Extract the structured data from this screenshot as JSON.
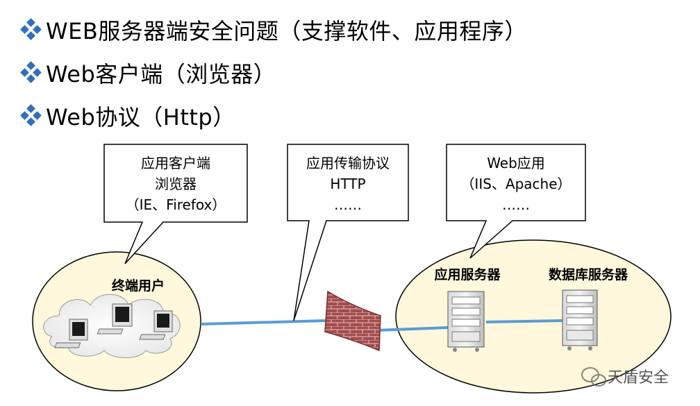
{
  "bullets": [
    "WEB服务器端安全问题（支撑软件、应用程序）",
    "Web客户端（浏览器）",
    "Web协议（Http）"
  ],
  "callouts": {
    "client": [
      "应用客户端",
      "浏览器",
      "（IE、Firefox）"
    ],
    "protocol": [
      "应用传输协议",
      "HTTP",
      "……"
    ],
    "app": [
      "Web应用",
      "（IIS、Apache）",
      "……"
    ]
  },
  "nodes": {
    "end_user": "终端用户",
    "app_server": "应用服务器",
    "db_server": "数据库服务器"
  },
  "watermark": "天盾安全",
  "colors": {
    "bullet": "#2f6fc0",
    "ellipse_fill": "#fff8dc",
    "link": "#5b9bd5",
    "firewall": "#a34c4c"
  },
  "icons": {
    "bullet": "diamond-cluster-icon",
    "client_pc": "desktop-computer-icon",
    "server": "tower-server-icon",
    "firewall": "brick-wall-icon",
    "watermark": "wechat-icon"
  }
}
